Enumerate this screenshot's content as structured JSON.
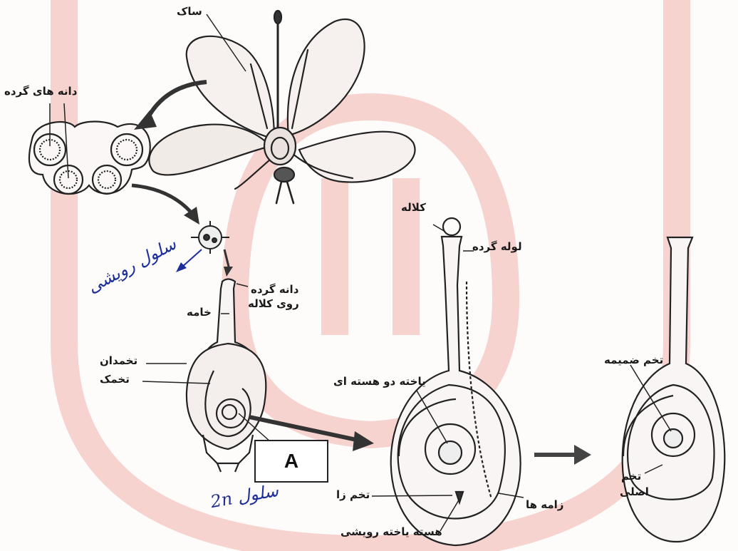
{
  "labels": {
    "stamen": "ساک",
    "pollen_grains": "دانه های گرده",
    "stigma": "کلاله",
    "pollen_tube": "لوله گرده",
    "pollen_on_stigma_line1": "دانه گرده",
    "pollen_on_stigma_line2": "روی کلاله",
    "style": "خامه",
    "ovary": "تخمدان",
    "ovule": "تخمک",
    "binucleate_cell": "یاخته دو هسته ای",
    "endosperm_egg": "تخم ضمیمه",
    "main_egg_line1": "تخم",
    "main_egg_line2": "اصلی",
    "zygote": "تخم زا",
    "synergids": "زامه ها",
    "generative_nucleus": "هسته یاخته رویشی",
    "box_a": "A"
  },
  "handwriting": {
    "annotation_1": "سلول رویشی",
    "annotation_2": "سلول 2n"
  },
  "colors": {
    "ink": "#222222",
    "watermark": "#f4b8b3",
    "handwriting": "#1c2f9a"
  }
}
